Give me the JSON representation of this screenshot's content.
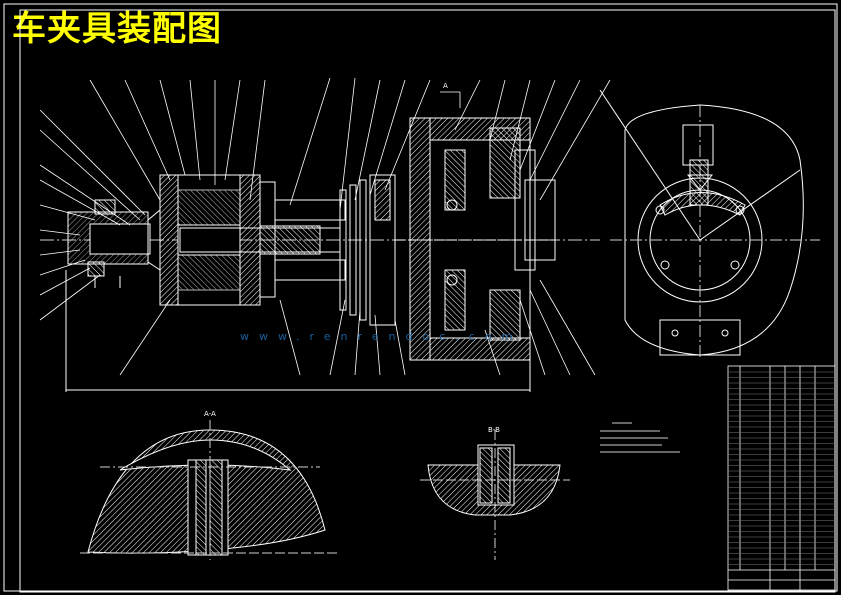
{
  "drawing": {
    "title": "车夹具装配图",
    "section_labels": [
      "A-A",
      "B-B",
      "A"
    ],
    "watermark_text": "www.renrendoc.com"
  },
  "colors": {
    "background": "#000000",
    "line": "#ffffff",
    "title": "#ffff00",
    "hatch": "#ffffff",
    "centerline": "#cfcfcf",
    "watermark": "#2b7fc4"
  }
}
